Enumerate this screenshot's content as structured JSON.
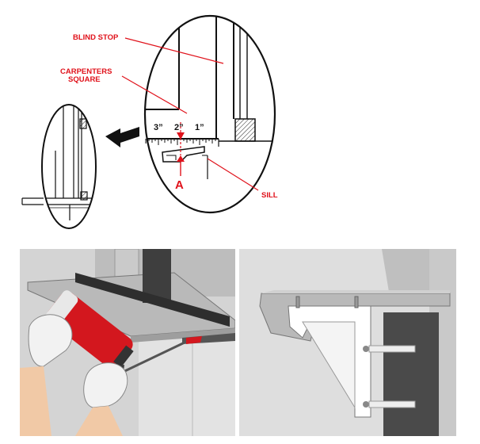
{
  "labels": {
    "blind_stop": "BLIND STOP",
    "carpenters_square_line1": "CARPENTERS",
    "carpenters_square_line2": "SQUARE",
    "sill": "SILL",
    "marker_a": "A",
    "scale_3": "3”",
    "scale_2": "2”",
    "scale_1": "1”"
  },
  "colors": {
    "callout_red": "#e0121b",
    "foam_gun_red": "#d3171e",
    "dark_bracket_wall": "#4a4a4a",
    "sill_gray": "#b9b9b9"
  },
  "icons": {
    "direction_arrow": "right-arrow-icon"
  }
}
